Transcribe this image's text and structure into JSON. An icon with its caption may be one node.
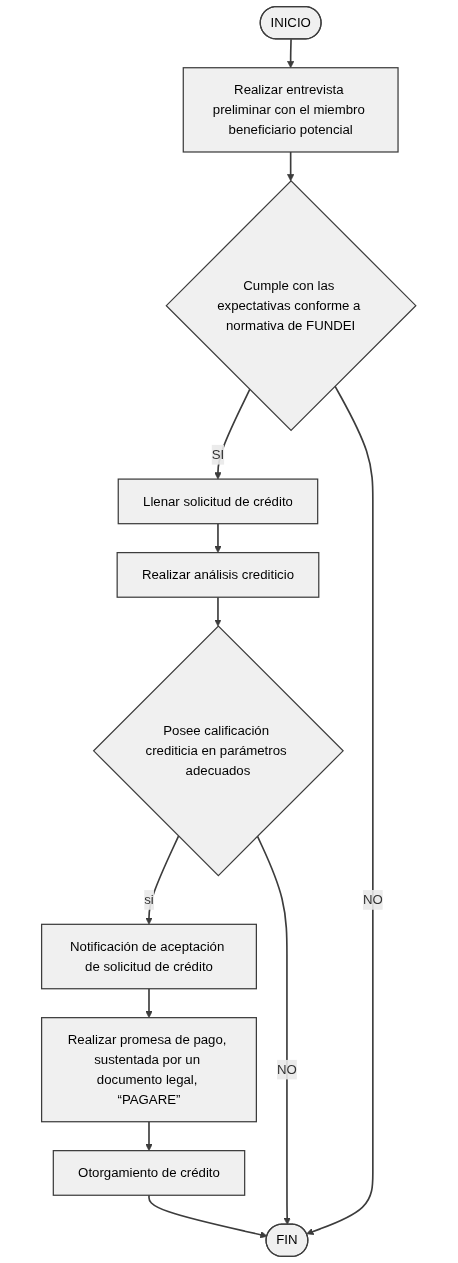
{
  "diagram": {
    "nodes": [
      {
        "text": [
          "INICIO"
        ]
      },
      {
        "text": [
          "Realizar entrevista preliminar con el miembro beneficiario potencial"
        ]
      },
      {
        "text": [
          "Cumple con las expectativas conforme a normativa de FUNDEI"
        ]
      },
      {
        "text": [
          "Llenar solicitud de crédito"
        ]
      },
      {
        "text": [
          "Realizar análisis crediticio"
        ]
      },
      {
        "text": [
          "Posee calificación crediticia en parámetros adecuados"
        ]
      },
      {
        "text": [
          "Notificación de aceptación de solicitud de crédito"
        ]
      },
      {
        "text": [
          "Realizar promesa de pago, sustentada por un documento legal, “PAGARE”"
        ]
      },
      {
        "text": [
          "Otorgamiento de crédito"
        ]
      },
      {
        "text": [
          "FIN"
        ]
      }
    ],
    "edges": [
      {
        "from": 0,
        "to": 1,
        "arrow": "to"
      },
      {
        "from": 1,
        "to": 2,
        "arrow": "to"
      },
      {
        "from": 2,
        "to": 3,
        "arrow": "to",
        "label": "SI"
      },
      {
        "from": 3,
        "to": 4,
        "arrow": "to"
      },
      {
        "from": 4,
        "to": 5,
        "arrow": "to"
      },
      {
        "from": 5,
        "to": 6,
        "arrow": "to",
        "label": "si"
      },
      {
        "from": 6,
        "to": 7,
        "arrow": "to"
      },
      {
        "from": 7,
        "to": 8,
        "arrow": "to"
      },
      {
        "from": 8,
        "to": 9,
        "arrow": "to"
      },
      {
        "from": 2,
        "to": 9,
        "arrow": "to",
        "label": "NO"
      },
      {
        "from": 5,
        "to": 9,
        "arrow": "to",
        "label": "NO"
      }
    ]
  }
}
